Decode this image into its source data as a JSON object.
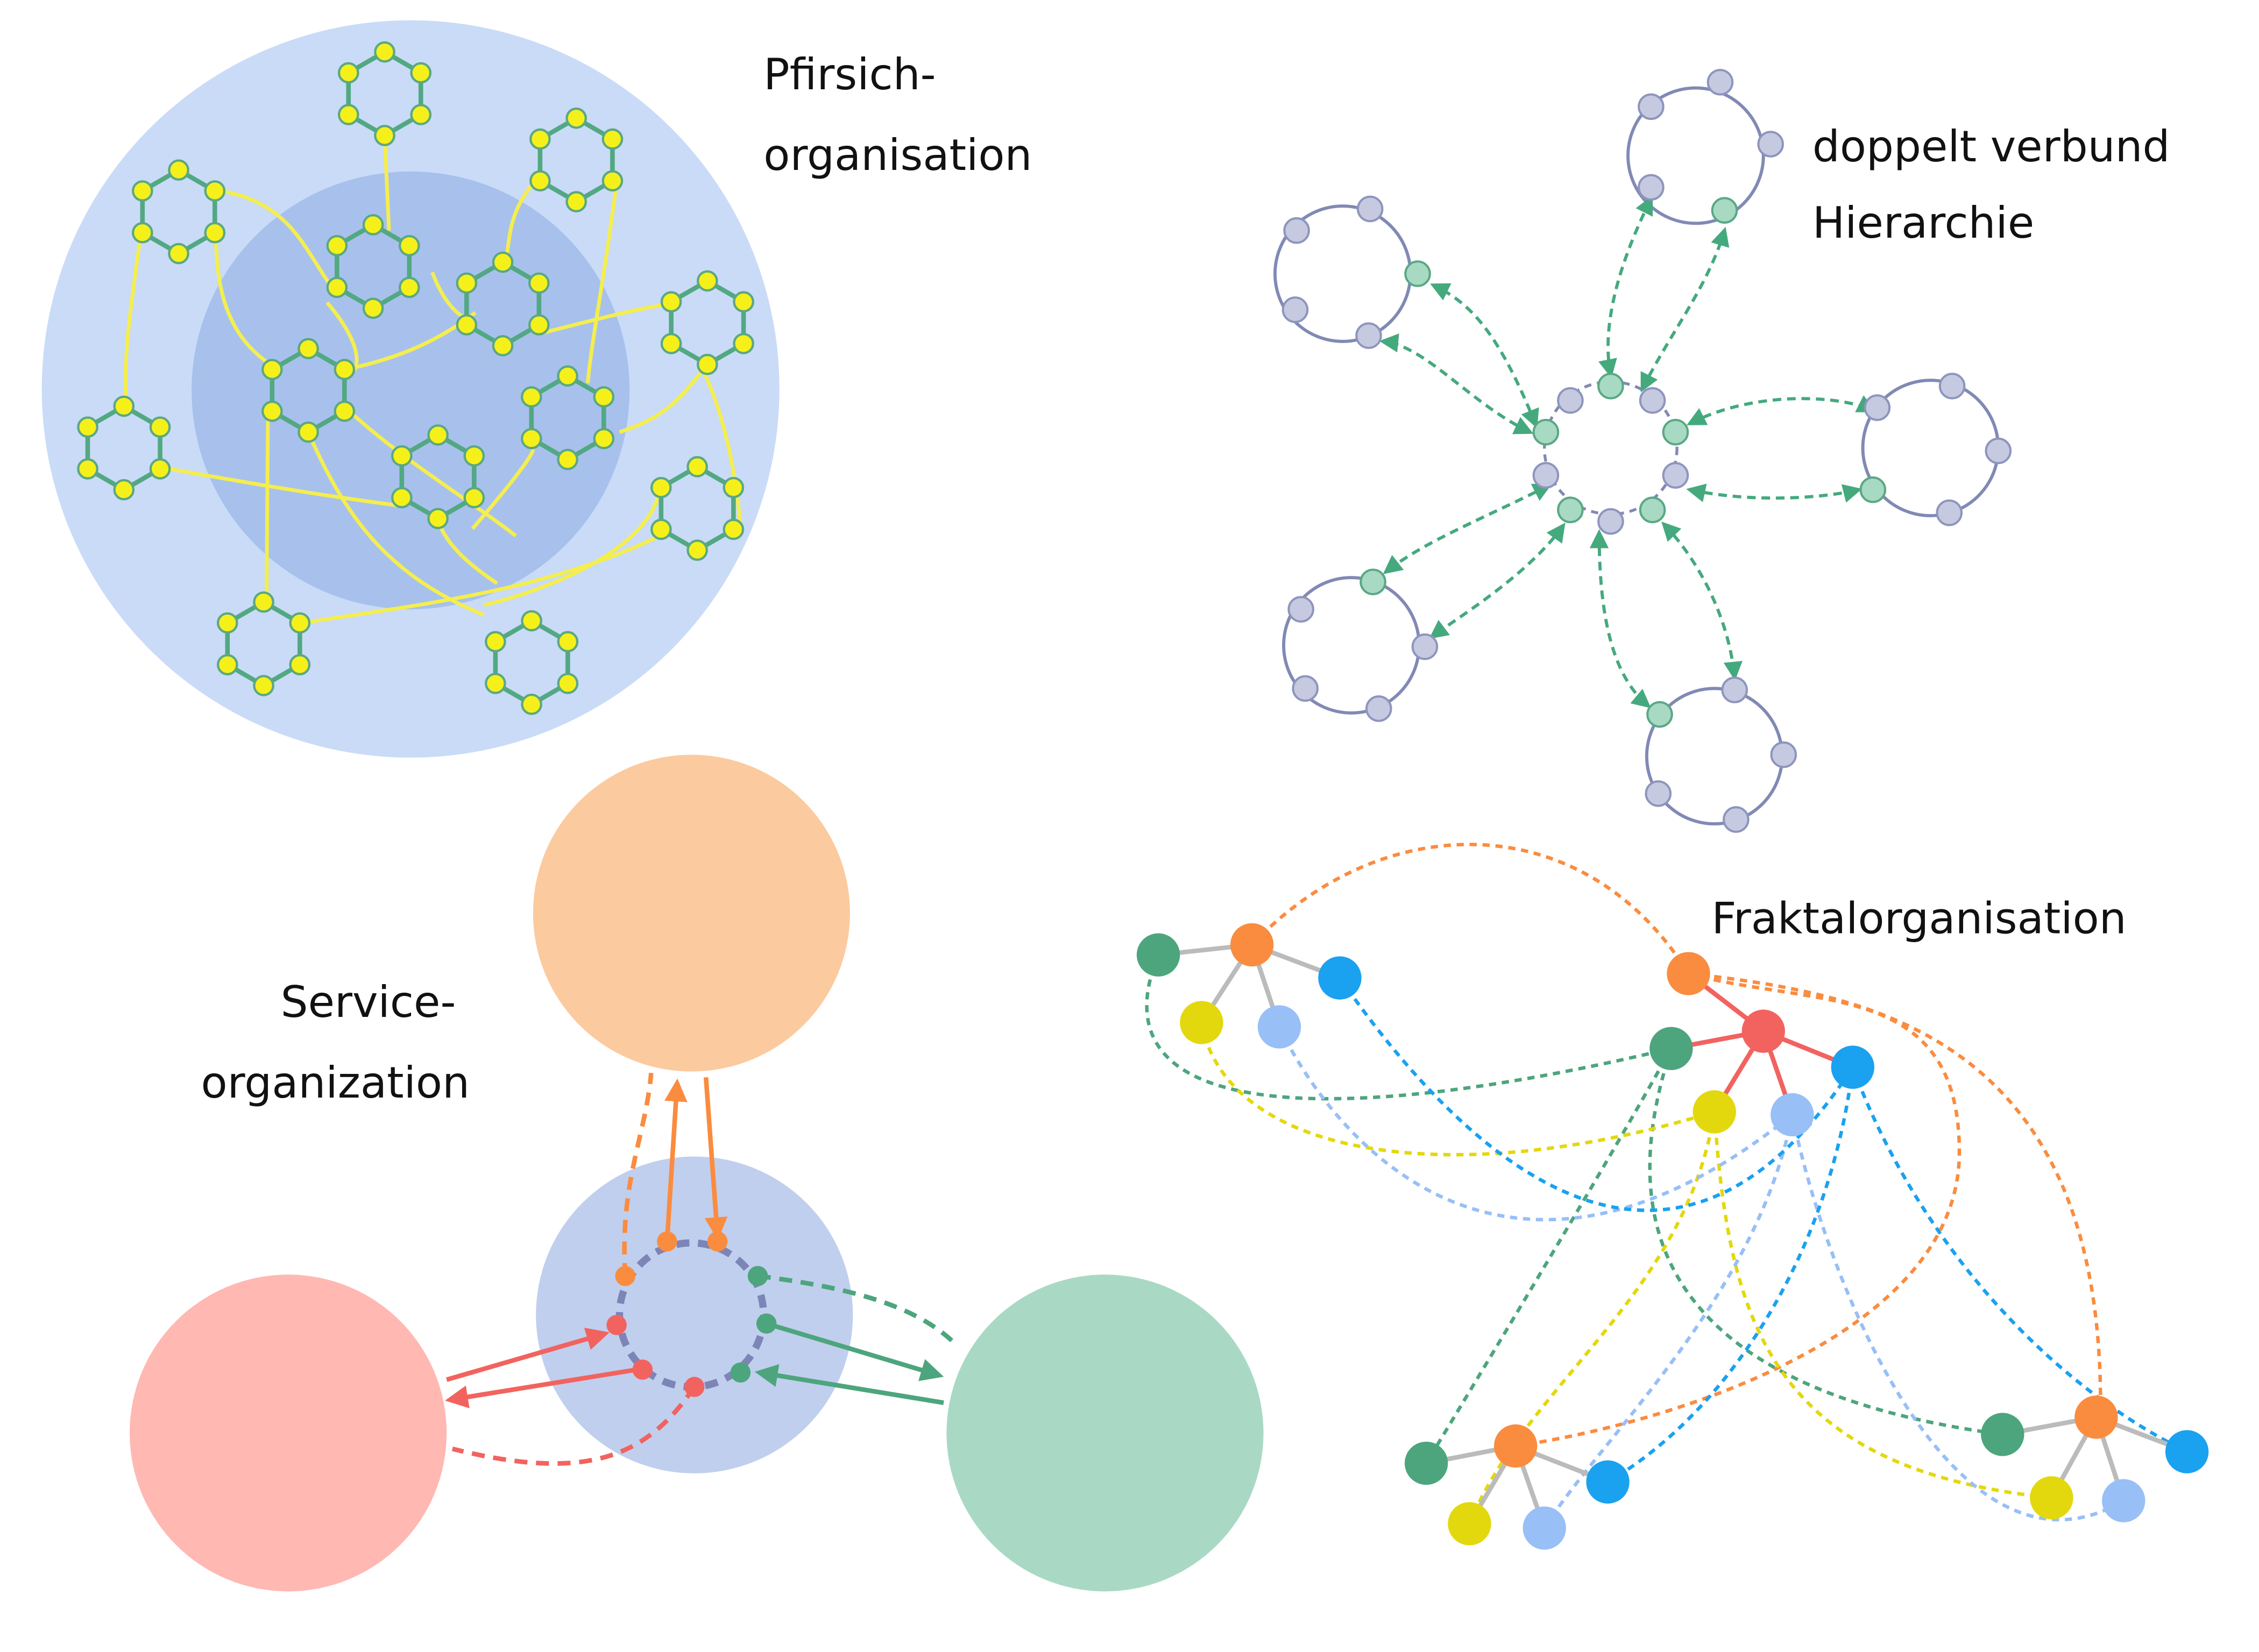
{
  "labels": {
    "peach": [
      "Pfirsich-",
      "organisation"
    ],
    "double": [
      "doppelt verbund",
      "Hierarchie"
    ],
    "service": [
      "Service-",
      "organization"
    ],
    "fractal": [
      "Fraktalorganisation"
    ]
  },
  "colors": {
    "peach_outer": "#c9dbf7",
    "peach_inner": "#a7c1ec",
    "hex_ring": "#52a882",
    "hex_node_fill": "#f6f01a",
    "hex_node_stroke": "#5ba882",
    "yellow_link": "#f4ee4e",
    "ring_stroke": "#8189b4",
    "ring_node_fill": "#c6cae1",
    "ring_node_stroke": "#8e95bd",
    "green_node_fill": "#a7d9c3",
    "green_node_stroke": "#5aa884",
    "green_link": "#45a97e",
    "svc_orange": "#fcca9f",
    "svc_center": "#c0cfee",
    "svc_red": "#ffb8b2",
    "svc_green": "#a9d9c4",
    "svc_ring": "#7d85b7",
    "orange": "#fa8c3f",
    "red": "#f2635f",
    "green": "#4da57d",
    "blue": "#1aa1f0",
    "yellow": "#e3d80d",
    "light_blue": "#98bff6",
    "gray_link": "#bbbbbb"
  }
}
